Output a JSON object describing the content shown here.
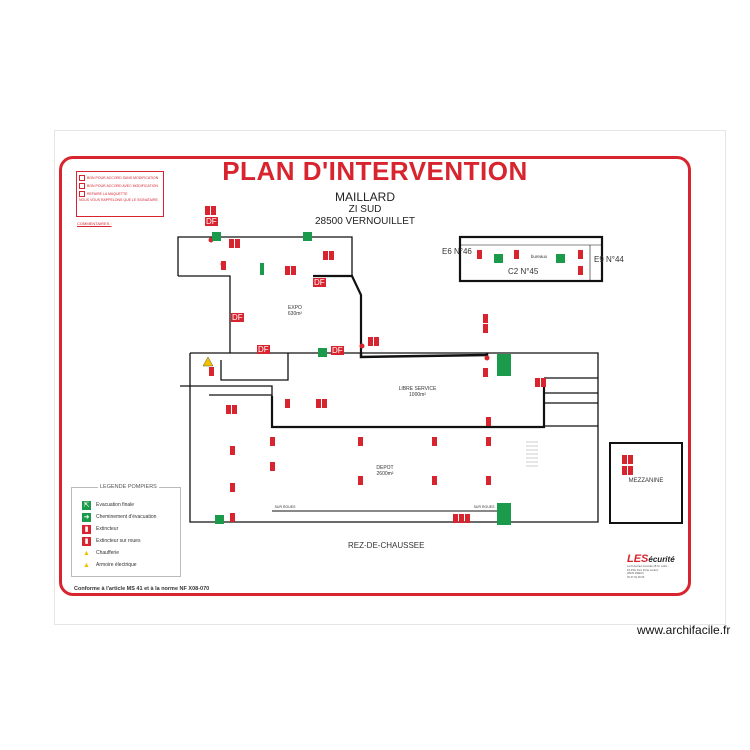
{
  "title": "PLAN D'INTERVENTION",
  "site": {
    "name": "MAILLARD",
    "zone": "ZI SUD",
    "city": "28500 VERNOUILLET"
  },
  "stamp": {
    "items": [
      "BON POUR ACCORD SANS MODIFICATION",
      "BON POUR ACCORD AVEC MODIFICATION",
      "REFAIRE LA MAQUETTE",
      "NOUS VOUS RAPPELONS QUE LE SIGNATAIRE"
    ],
    "comments_label": "COMMENTAIRES :"
  },
  "rooms": {
    "expo": "EXPO",
    "expo_area": "630m²",
    "libre": "LIBRE SERVICE",
    "libre_area": "1000m²",
    "depot": "DEPOT",
    "depot_area": "2600m²",
    "mezzanine": "MEZZANINE",
    "bureaux": "bureaux"
  },
  "floor_label": "REZ-DE-CHAUSSEE",
  "annex_labels": {
    "e6": "E6 N°46",
    "e9": "E9 N°44",
    "c2": "C2 N°45"
  },
  "sur_roues": [
    "SUR ROUES",
    "SUR ROUES"
  ],
  "df_label": "DF",
  "legend": {
    "title": "LEGENDE POMPIERS",
    "items": [
      {
        "label": "Evacuation finale",
        "icon": "exit-icon",
        "color": "#1a9a4a"
      },
      {
        "label": "Cheminement d'évacuation",
        "icon": "arrow-right-icon",
        "color": "#1a9a4a"
      },
      {
        "label": "Extincteur",
        "icon": "extinguisher-icon",
        "color": "#d8242e"
      },
      {
        "label": "Extincteur sur roues",
        "icon": "wheeled-extinguisher-icon",
        "color": "#d8242e"
      },
      {
        "label": "Chaufferie",
        "icon": "boiler-warning-icon",
        "color": "#f2c200"
      },
      {
        "label": "Armoire électrique",
        "icon": "electric-warning-icon",
        "color": "#f2c200"
      }
    ]
  },
  "conformity": "Conforme à l'article MS 41 et à la norme NF X08-070",
  "logo": {
    "brand": "LES",
    "suffix": "écurité",
    "lines": [
      "La Protection incendie 28 St. Lubin...",
      "ZA Pôle Parc Porte Leclerc",
      "28100 DREUX",
      "02 37 62 39 96"
    ]
  },
  "watermark": "www.archifacile.fr",
  "colors": {
    "accent": "#d8242e",
    "exit": "#1a9a4a",
    "wall": "#111111"
  }
}
